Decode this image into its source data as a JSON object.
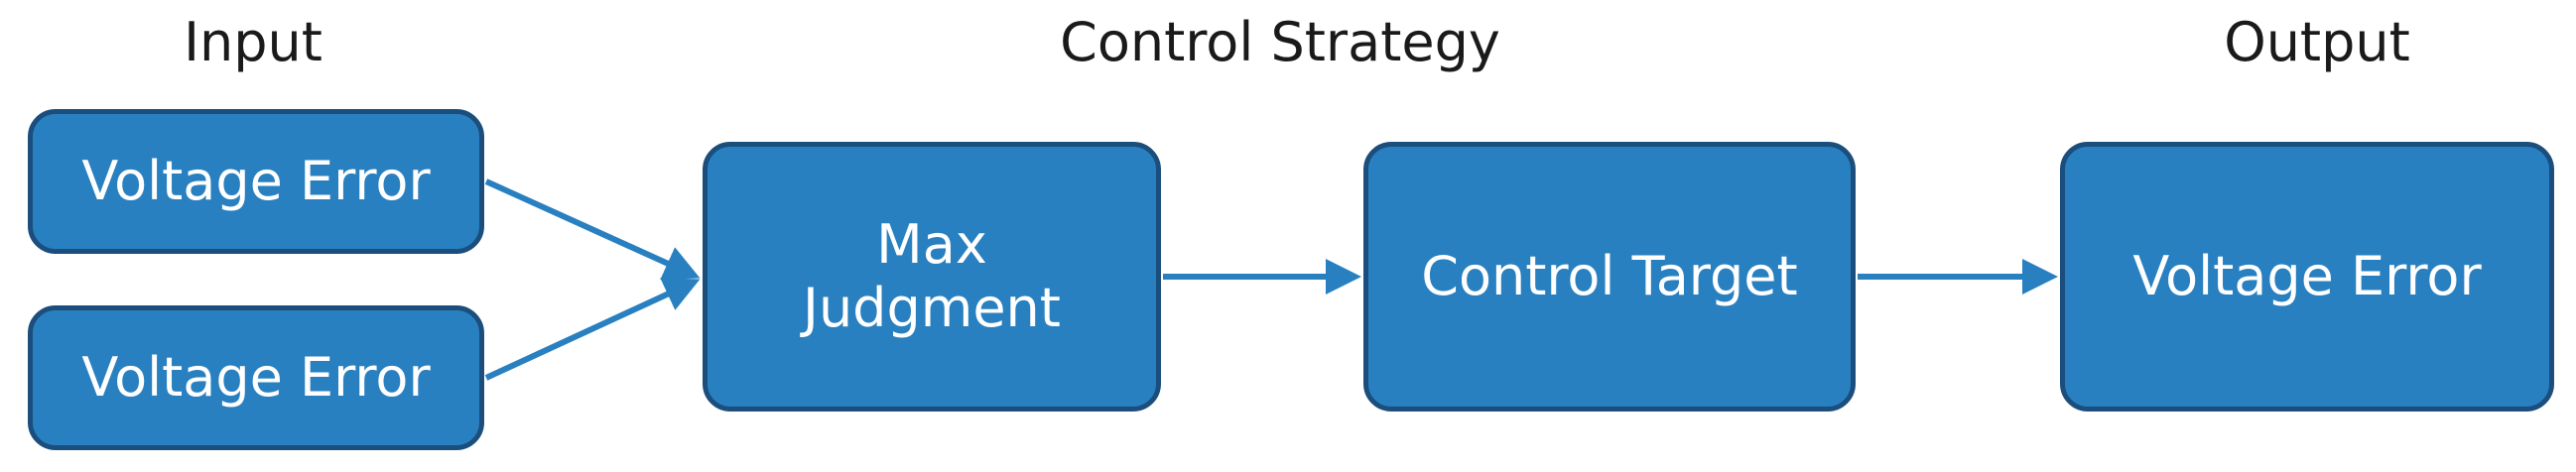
{
  "headings": {
    "input": "Input",
    "strategy": "Control Strategy",
    "output": "Output"
  },
  "boxes": {
    "input_1": "Voltage Error",
    "input_2": "Voltage Error",
    "max_judgment": "Max Judgment",
    "control_target": "Control Target",
    "output": "Voltage Error"
  },
  "colors": {
    "box_fill": "#2980c0",
    "box_border": "#1b4e7c",
    "arrow": "#2980c0",
    "text_on_box": "#ffffff",
    "heading_text": "#1a1a1a"
  }
}
